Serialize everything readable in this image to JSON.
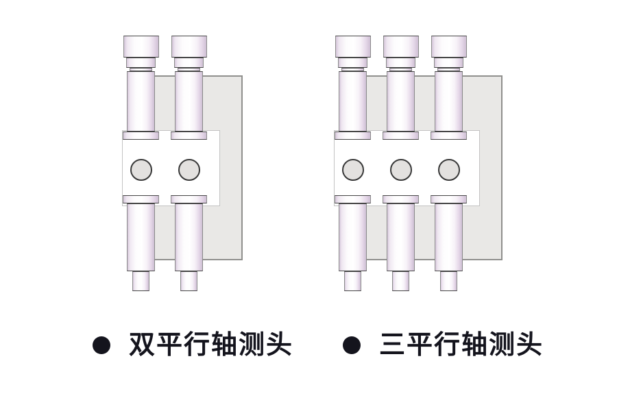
{
  "figures": [
    {
      "name": "dual-parallel-axis-probe",
      "probe_count": 2,
      "hole_count": 2,
      "label": "双平行轴测头"
    },
    {
      "name": "triple-parallel-axis-probe",
      "probe_count": 3,
      "hole_count": 3,
      "label": "三平行轴测头"
    }
  ],
  "icons": {
    "bullet": "filled-circle"
  },
  "colors": {
    "text": "#14141d",
    "background": "#ffffff",
    "plate_fill": "#e9e8e6",
    "plate_border": "#8f8f8d",
    "hole_fill": "#e3e1df",
    "hole_border": "#383838",
    "probe_shade": "#d5c6da",
    "probe_highlight": "#ffffff"
  }
}
